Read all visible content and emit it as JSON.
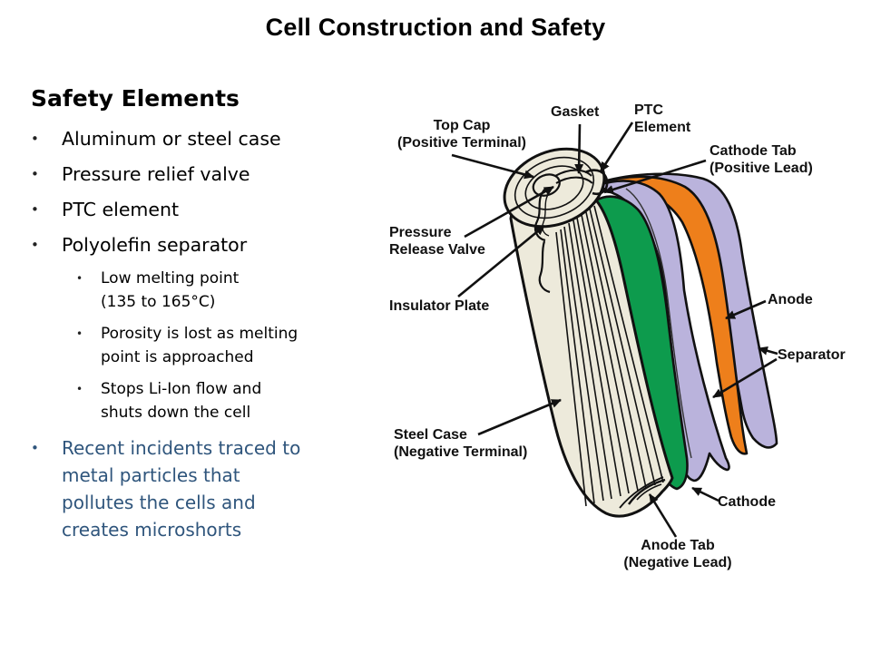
{
  "slide": {
    "title": "Cell Construction and Safety"
  },
  "content": {
    "heading": "Safety Elements",
    "bullets": [
      "Aluminum or steel case",
      "Pressure relief valve",
      "PTC element",
      "Polyolefin separator"
    ],
    "sub_bullets": [
      "Low melting point\n(135 to 165°C)",
      "Porosity is lost as melting\npoint is approached",
      "Stops Li-Ion flow and\nshuts down the cell"
    ],
    "highlight_bullet": "Recent incidents traced to\nmetal particles that\npollutes the cells and\ncreates microshorts",
    "highlight_color": "#2F557C"
  },
  "diagram": {
    "labels": {
      "top_cap": "Top Cap\n(Positive Terminal)",
      "gasket": "Gasket",
      "ptc": "PTC\nElement",
      "cathode_tab": "Cathode Tab\n(Positive Lead)",
      "pressure_valve": "Pressure\nRelease Valve",
      "insulator_plate": "Insulator Plate",
      "steel_case": "Steel Case\n(Negative Terminal)",
      "anode": "Anode",
      "separator": "Separator",
      "cathode": "Cathode",
      "anode_tab": "Anode Tab\n(Negative Lead)"
    },
    "colors": {
      "case": "#EDEADB",
      "cathode_sheet": "#0D9B4D",
      "anode_sheet": "#EE7F1B",
      "separator_sheet": "#BAB3DC",
      "outline": "#111111"
    }
  }
}
